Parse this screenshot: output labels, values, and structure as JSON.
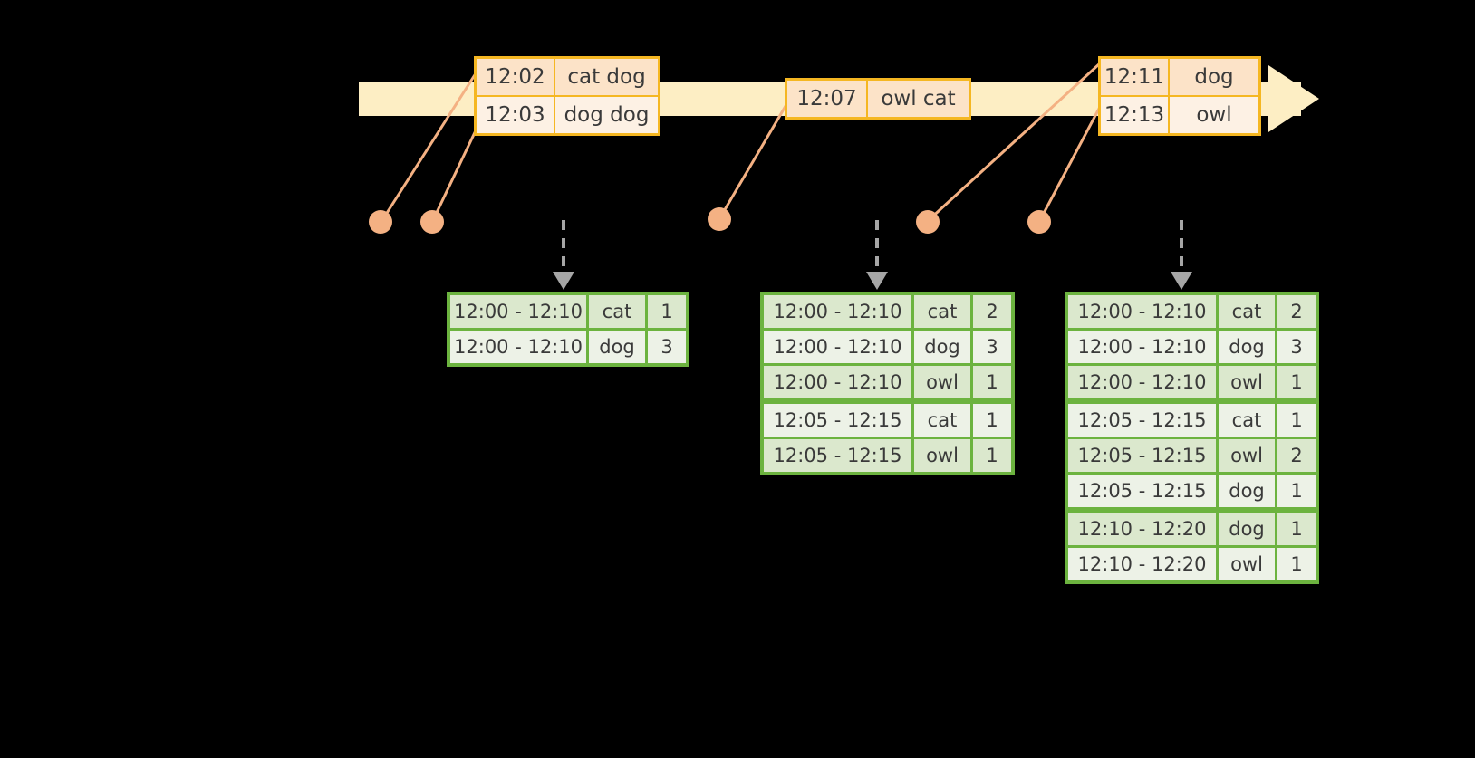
{
  "timeline": {
    "color": "#fdeec4",
    "arrow_head_color": "#fdeec4",
    "connector_color": "#f4b183",
    "dashed_arrow_color": "#a6a6a6"
  },
  "event_boxes": [
    {
      "name": "event-box-1",
      "rows": [
        {
          "time": "12:02",
          "value": "cat dog"
        },
        {
          "time": "12:03",
          "value": "dog dog"
        }
      ]
    },
    {
      "name": "event-box-2",
      "rows": [
        {
          "time": "12:07",
          "value": "owl cat"
        }
      ]
    },
    {
      "name": "event-box-3",
      "rows": [
        {
          "time": "12:11",
          "value": "dog"
        },
        {
          "time": "12:13",
          "value": "owl"
        }
      ]
    }
  ],
  "result_tables": [
    {
      "name": "result-table-1",
      "rows": [
        {
          "window": "12:00 - 12:10",
          "key": "cat",
          "count": "1",
          "group": 0
        },
        {
          "window": "12:00 - 12:10",
          "key": "dog",
          "count": "3",
          "group": 0
        }
      ]
    },
    {
      "name": "result-table-2",
      "rows": [
        {
          "window": "12:00 - 12:10",
          "key": "cat",
          "count": "2",
          "group": 0
        },
        {
          "window": "12:00 - 12:10",
          "key": "dog",
          "count": "3",
          "group": 0
        },
        {
          "window": "12:00 - 12:10",
          "key": "owl",
          "count": "1",
          "group": 0
        },
        {
          "window": "12:05 - 12:15",
          "key": "cat",
          "count": "1",
          "group": 1
        },
        {
          "window": "12:05 - 12:15",
          "key": "owl",
          "count": "1",
          "group": 1
        }
      ]
    },
    {
      "name": "result-table-3",
      "rows": [
        {
          "window": "12:00 - 12:10",
          "key": "cat",
          "count": "2",
          "group": 0
        },
        {
          "window": "12:00 - 12:10",
          "key": "dog",
          "count": "3",
          "group": 0
        },
        {
          "window": "12:00 - 12:10",
          "key": "owl",
          "count": "1",
          "group": 0
        },
        {
          "window": "12:05 - 12:15",
          "key": "cat",
          "count": "1",
          "group": 1
        },
        {
          "window": "12:05 - 12:15",
          "key": "owl",
          "count": "2",
          "group": 1
        },
        {
          "window": "12:05 - 12:15",
          "key": "dog",
          "count": "1",
          "group": 1
        },
        {
          "window": "12:10 - 12:20",
          "key": "dog",
          "count": "1",
          "group": 2
        },
        {
          "window": "12:10 - 12:20",
          "key": "owl",
          "count": "1",
          "group": 2
        }
      ]
    }
  ]
}
